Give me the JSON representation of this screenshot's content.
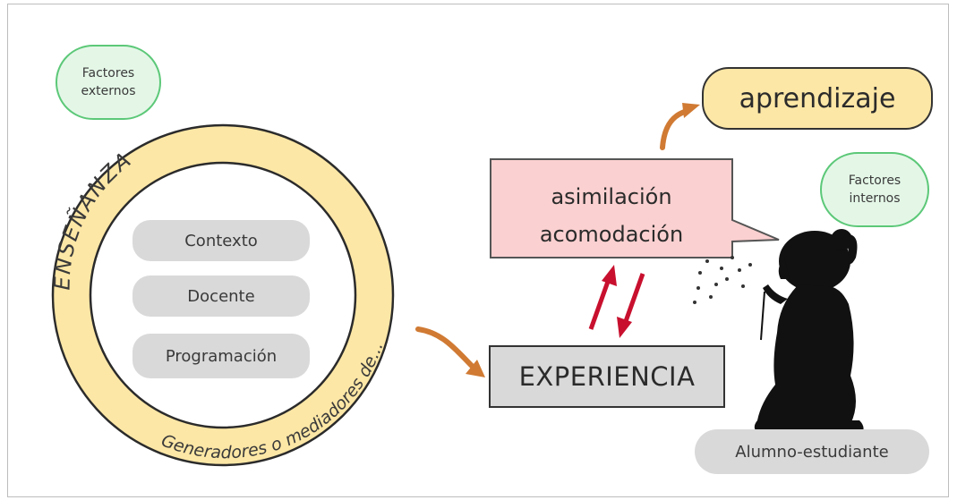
{
  "factores_externos": {
    "line1": "Factores",
    "line2": "externos"
  },
  "factores_internos": {
    "line1": "Factores",
    "line2": "internos"
  },
  "ring": {
    "top_label": "ENSEÑANZA",
    "bottom_label": "Generadores o mediadores de...",
    "items": [
      "Contexto",
      "Docente",
      "Programación"
    ]
  },
  "aprendizaje": "aprendizaje",
  "callout": {
    "line1": "asimilación",
    "line2": "acomodación"
  },
  "experiencia": "EXPERIENCIA",
  "student": "Alumno-estudiante",
  "colors": {
    "ring": "#fde7a6",
    "callout": "#fbd0d0",
    "green": "#5cc878",
    "orange_arrow": "#d07a33",
    "red_arrow": "#c8102e"
  }
}
